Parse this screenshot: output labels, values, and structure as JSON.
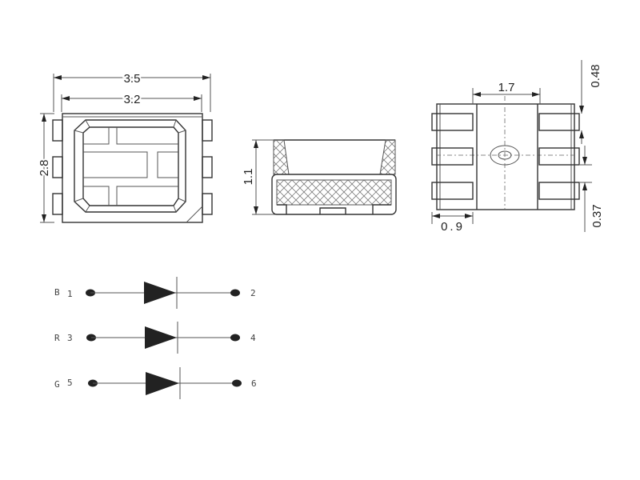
{
  "top_view": {
    "width_outer": "3.5",
    "width_body": "3.2",
    "height": "2.8"
  },
  "side_view": {
    "height": "1.1"
  },
  "bottom_view": {
    "center_width": "1.7",
    "pad_length": "0.9",
    "pad_width": "0.48",
    "pad_gap": "0.37"
  },
  "schematic": {
    "rows": [
      {
        "color": "B",
        "anode": "1",
        "cathode": "2"
      },
      {
        "color": "R",
        "anode": "3",
        "cathode": "4"
      },
      {
        "color": "G",
        "anode": "5",
        "cathode": "6"
      }
    ]
  }
}
